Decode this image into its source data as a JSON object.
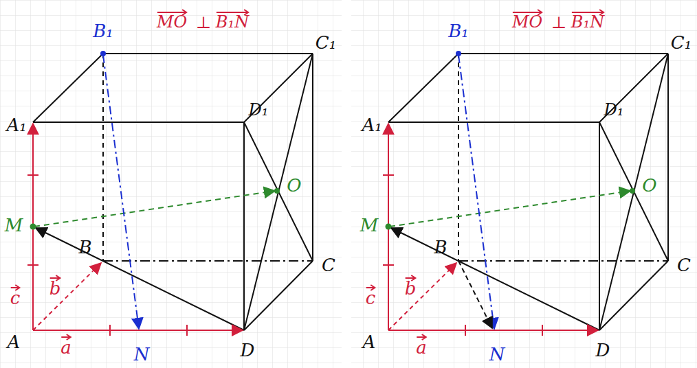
{
  "diagram": {
    "labels": [
      "B₁",
      "MO",
      "⊥",
      "B₁N",
      "C₁",
      "A₁",
      "D₁",
      "O",
      "M",
      "B",
      "C",
      "c",
      "b",
      "A",
      "a",
      "N",
      "D",
      "B₁",
      "MO",
      "⊥",
      "B₁N",
      "C₁",
      "A₁",
      "D₁",
      "O",
      "M",
      "B",
      "C",
      "c",
      "b",
      "A",
      "a",
      "N",
      "D"
    ]
  }
}
